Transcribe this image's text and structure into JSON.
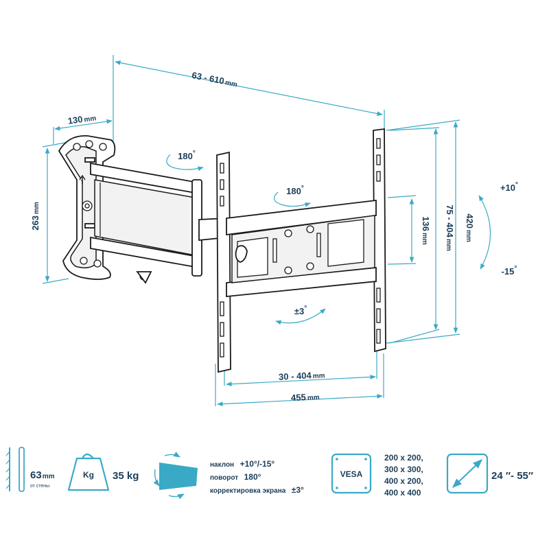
{
  "dimensions": {
    "wall_plate_depth": {
      "value": "130",
      "unit": "mm"
    },
    "total_reach": {
      "value": "63 - 610",
      "unit": "mm"
    },
    "wall_plate_height": {
      "value": "263",
      "unit": "mm"
    },
    "vertical_hole_range": {
      "value": "75 - 404",
      "unit": "mm"
    },
    "bracket_height": {
      "value": "420",
      "unit": "mm"
    },
    "inner_height": {
      "value": "136",
      "unit": "mm"
    },
    "horizontal_hole_range": {
      "value": "30 - 404",
      "unit": "mm"
    },
    "bracket_width": {
      "value": "455",
      "unit": "mm"
    }
  },
  "annotations": {
    "wall_swivel": "180",
    "arm_swivel": "180",
    "rotation": "±3",
    "tilt_up": "+10",
    "tilt_down": "-15",
    "degree": "°"
  },
  "specs": {
    "wall_distance": {
      "value": "63",
      "unit": "mm",
      "caption": "от стены"
    },
    "weight": {
      "icon_label": "Kg",
      "value": "35 kg"
    },
    "adjustments": {
      "tilt_label": "наклон",
      "tilt_value": "+10°/-15°",
      "swivel_label": "поворот",
      "swivel_value": "180°",
      "rotation_label": "корректировка экрана",
      "rotation_value": "±3°"
    },
    "vesa": {
      "label": "VESA",
      "patterns": [
        "200 x 200,",
        "300 x 300,",
        "400 x 200,",
        "400 x 400"
      ]
    },
    "screen_size": "24 ″- 55″"
  },
  "colors": {
    "accent": "#3aa9c6",
    "text": "#1b3d57",
    "outline": "#1a1a1a"
  },
  "icons": [
    "wall-distance-icon",
    "weight-icon",
    "adjustment-icon",
    "vesa-icon",
    "screen-diagonal-icon"
  ]
}
